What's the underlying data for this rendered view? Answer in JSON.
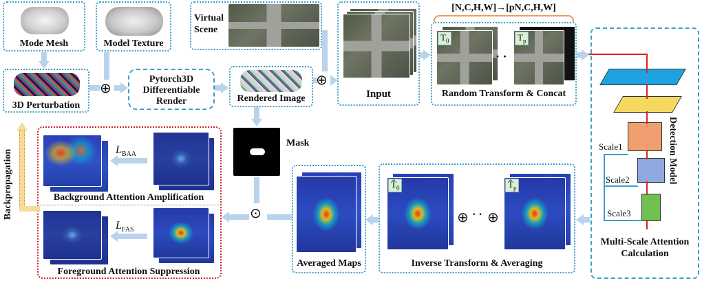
{
  "labels": {
    "mode_mesh": "Mode Mesh",
    "model_texture": "Model Texture",
    "virtual_scene": "Virtual Scene",
    "input": "Input",
    "random_transform": "Random Transform & Concat",
    "shape_transform": "[N,C,H,W]→[pN,C,H,W]",
    "perturbation": "3D Perturbation",
    "renderer": "Pytorch3D Differentiable Render",
    "rendered_image": "Rendered Image",
    "mask": "Mask",
    "detection_model": "Detection Model",
    "multi_scale": "Multi-Scale Attention Calculation",
    "scale1": "Scale1",
    "scale2": "Scale2",
    "scale3": "Scale3",
    "inverse_transform": "Inverse Transform & Averaging",
    "averaged_maps": "Averaged Maps",
    "baa": "Background Attention Amplification",
    "fas": "Foreground Attention Suppression",
    "backprop": "Backpropagation",
    "loss_baa_main": "L",
    "loss_baa_sub": "BAA",
    "loss_fas_main": "L",
    "loss_fas_sub": "FAS",
    "t0": "T",
    "t0_sub": "0",
    "tp": "T",
    "tp_sub": "p",
    "that0": "T̂",
    "that0_sub": "0",
    "thatp": "T̂",
    "thatp_sub": "p",
    "dots": "· ·",
    "oplus": "⊕",
    "odot": "⊙"
  },
  "colors": {
    "dotted_border": "#3aa0c8",
    "red_border": "#d0202a",
    "arrow": "#b9d3ec",
    "layer_blue": "#1fa3e0",
    "layer_yellow": "#f5d860",
    "layer_orange": "#f0a070",
    "layer_lightblue": "#8fa8e0",
    "layer_green": "#6fc050",
    "red_arrow": "#e02020"
  }
}
